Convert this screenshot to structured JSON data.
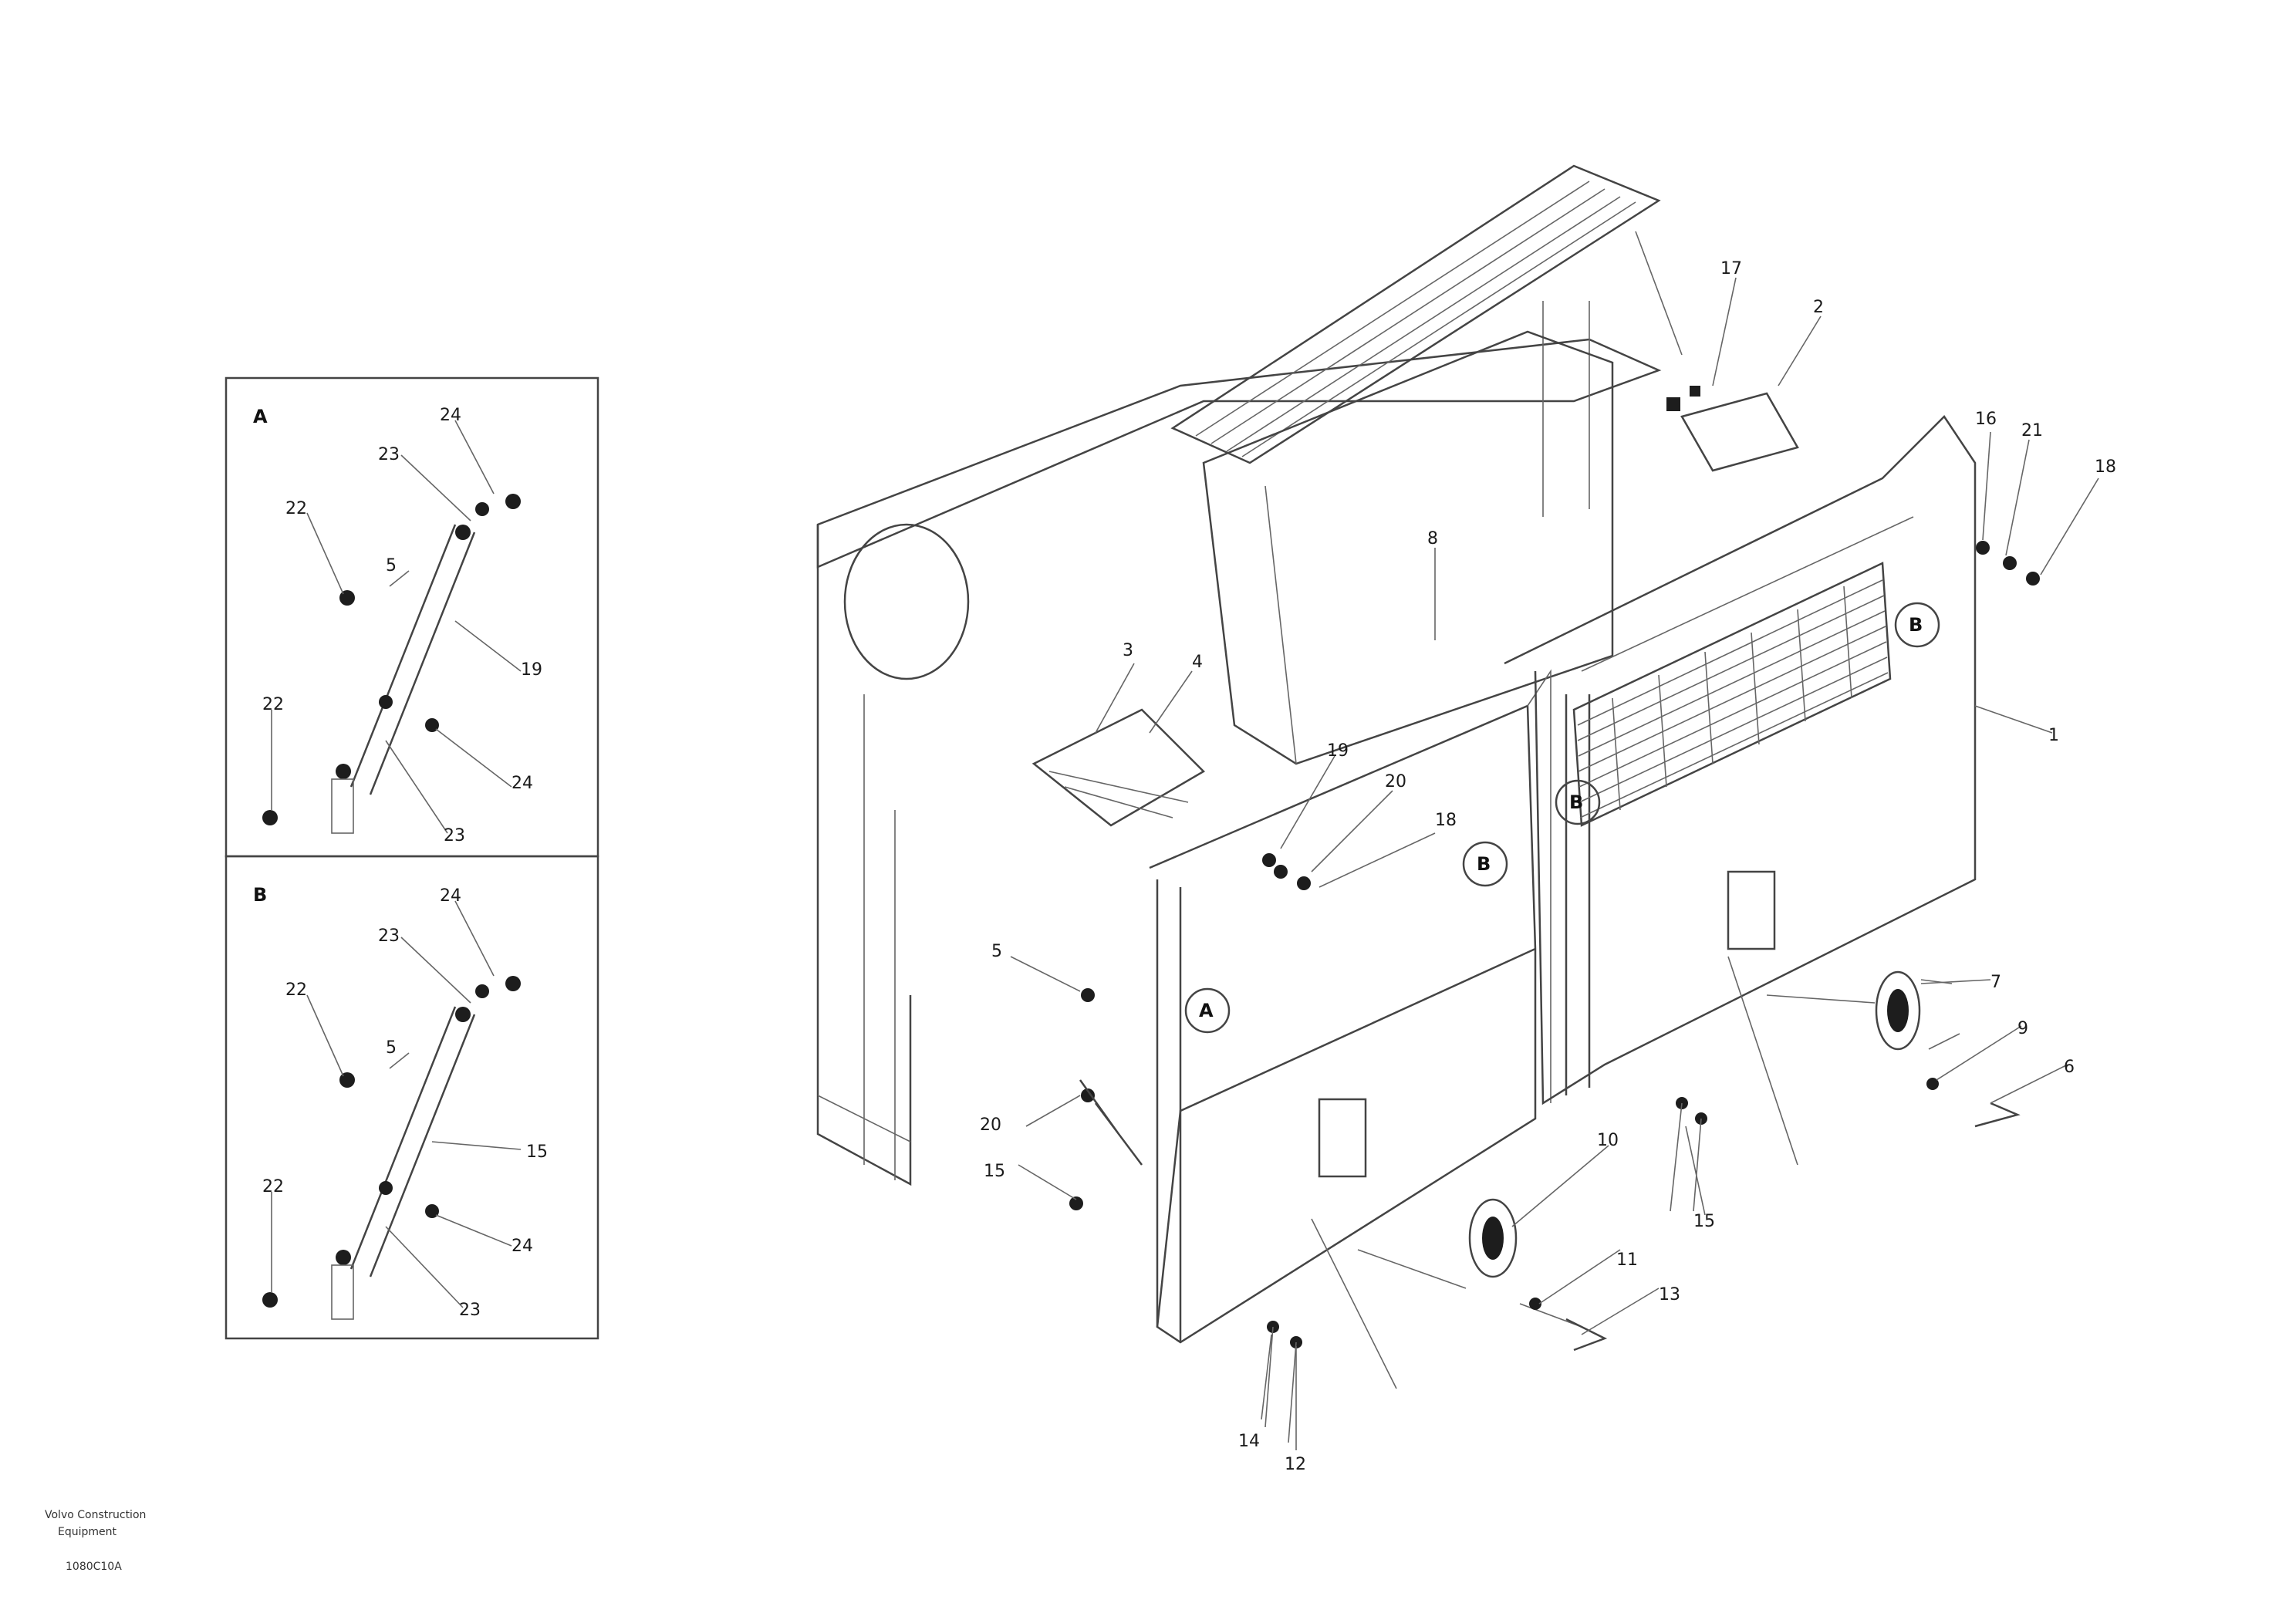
{
  "inset_a": {
    "letter": "A",
    "callouts": [
      "24",
      "23",
      "22",
      "5",
      "19",
      "22",
      "24",
      "23"
    ]
  },
  "inset_b": {
    "letter": "B",
    "callouts": [
      "24",
      "23",
      "22",
      "5",
      "15",
      "22",
      "24",
      "23"
    ]
  },
  "main_callouts": {
    "c17": "17",
    "c2": "2",
    "c16": "16",
    "c21": "21",
    "c18": "18",
    "c8": "8",
    "c3": "3",
    "c4": "4",
    "c19": "19",
    "c20": "20",
    "c18b": "18",
    "c5": "5",
    "c1": "1",
    "c7": "7",
    "c9": "9",
    "c6": "6",
    "c10": "10",
    "c15": "15",
    "c11": "11",
    "c13": "13",
    "c20b": "20",
    "c14": "14",
    "c12": "12",
    "cA": "A",
    "cB": "B"
  },
  "footer": {
    "line1": "Volvo Construction",
    "line2": "Equipment",
    "line3": "1080C10A"
  }
}
